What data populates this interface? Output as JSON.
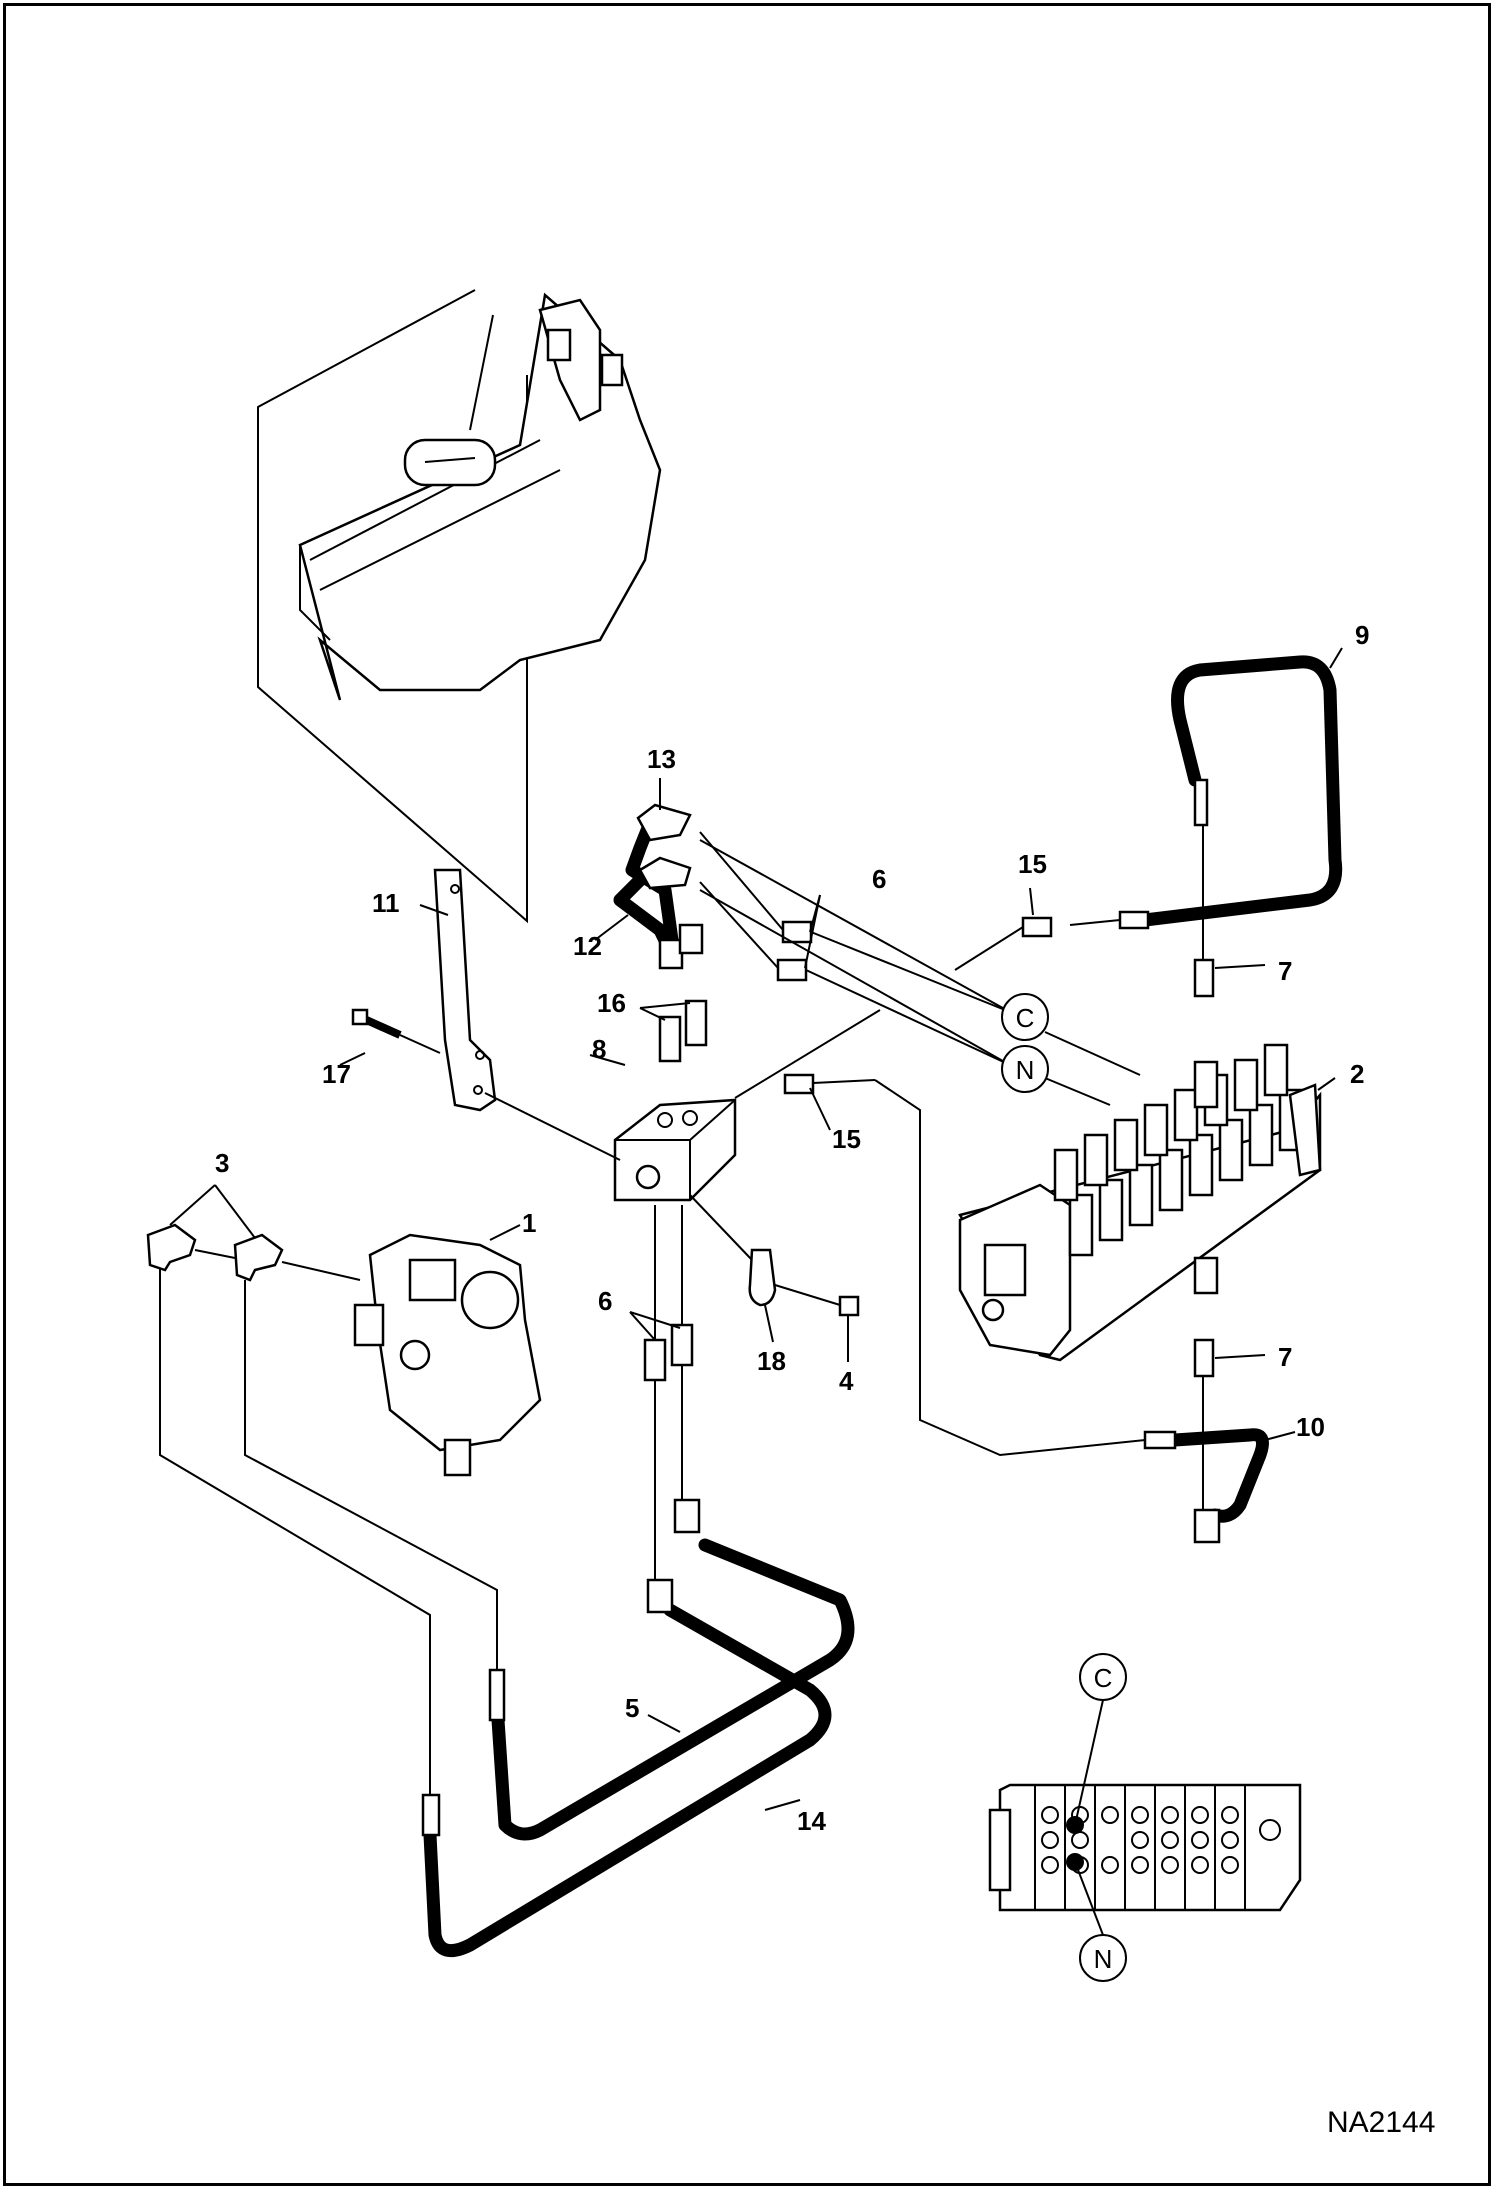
{
  "diagram": {
    "drawing_code": "NA2144",
    "callouts": [
      "1",
      "2",
      "3",
      "4",
      "5",
      "6",
      "6",
      "7",
      "7",
      "8",
      "9",
      "10",
      "11",
      "12",
      "13",
      "14",
      "15",
      "15",
      "16",
      "17",
      "18"
    ],
    "port_labels": {
      "c": "C",
      "n": "N"
    }
  }
}
